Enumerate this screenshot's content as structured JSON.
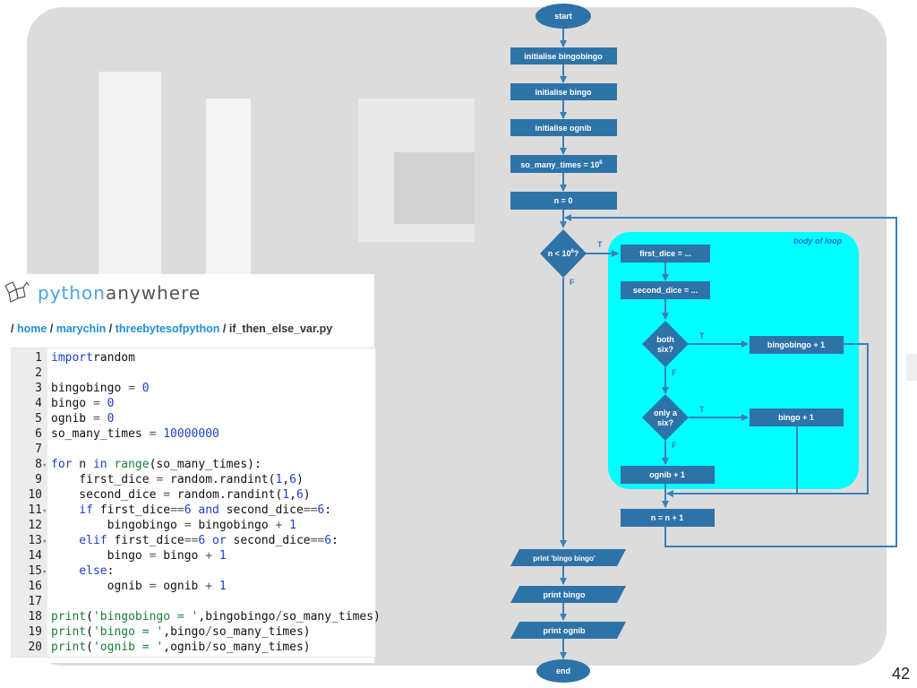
{
  "slide_number": "42",
  "logo": {
    "part1": "python",
    "part2": "anywhere"
  },
  "breadcrumb": [
    {
      "label": "/ ",
      "link": false
    },
    {
      "label": "home",
      "link": true
    },
    {
      "label": " / ",
      "link": false
    },
    {
      "label": "marychin",
      "link": true
    },
    {
      "label": " / ",
      "link": false
    },
    {
      "label": "threebytesofpython",
      "link": true
    },
    {
      "label": " / ",
      "link": false
    },
    {
      "label": "if_then_else_var.py",
      "link": false
    }
  ],
  "code_lines": [
    {
      "n": "1",
      "fold": false,
      "tokens": [
        [
          "kw",
          "import"
        ],
        [
          "",
          "random"
        ]
      ]
    },
    {
      "n": "2",
      "fold": false,
      "tokens": []
    },
    {
      "n": "3",
      "fold": false,
      "tokens": [
        [
          "",
          "bingobingo "
        ],
        [
          "op",
          "="
        ],
        [
          "",
          ""
        ],
        [
          "num",
          " 0"
        ]
      ]
    },
    {
      "n": "4",
      "fold": false,
      "tokens": [
        [
          "",
          "bingo "
        ],
        [
          "op",
          "="
        ],
        [
          "num",
          " 0"
        ]
      ]
    },
    {
      "n": "5",
      "fold": false,
      "tokens": [
        [
          "",
          "ognib "
        ],
        [
          "op",
          "="
        ],
        [
          "num",
          " 0"
        ]
      ]
    },
    {
      "n": "6",
      "fold": false,
      "tokens": [
        [
          "",
          "so_many_times "
        ],
        [
          "op",
          "="
        ],
        [
          "num",
          " 10000000"
        ]
      ]
    },
    {
      "n": "7",
      "fold": false,
      "tokens": []
    },
    {
      "n": "8",
      "fold": true,
      "tokens": [
        [
          "kw",
          "for"
        ],
        [
          "",
          " n "
        ],
        [
          "kw",
          "in"
        ],
        [
          "",
          " "
        ],
        [
          "fn",
          "range"
        ],
        [
          "",
          "(so_many_times):"
        ]
      ]
    },
    {
      "n": "9",
      "fold": false,
      "tokens": [
        [
          "",
          "    first_dice "
        ],
        [
          "op",
          "="
        ],
        [
          "",
          " random.randint("
        ],
        [
          "num",
          "1"
        ],
        [
          "",
          ","
        ],
        [
          "num",
          "6"
        ],
        [
          "",
          ")"
        ]
      ]
    },
    {
      "n": "10",
      "fold": false,
      "tokens": [
        [
          "",
          "    second_dice "
        ],
        [
          "op",
          "="
        ],
        [
          "",
          " random.randint("
        ],
        [
          "num",
          "1"
        ],
        [
          "",
          ","
        ],
        [
          "num",
          "6"
        ],
        [
          "",
          ")"
        ]
      ]
    },
    {
      "n": "11",
      "fold": true,
      "tokens": [
        [
          "kw",
          "    if"
        ],
        [
          "",
          " first_dice"
        ],
        [
          "op",
          "=="
        ],
        [
          "num",
          "6"
        ],
        [
          "",
          " "
        ],
        [
          "kw",
          "and"
        ],
        [
          "",
          " second_dice"
        ],
        [
          "op",
          "=="
        ],
        [
          "num",
          "6"
        ],
        [
          "",
          ":"
        ]
      ]
    },
    {
      "n": "12",
      "fold": false,
      "tokens": [
        [
          "",
          "        bingobingo "
        ],
        [
          "op",
          "="
        ],
        [
          "",
          " bingobingo "
        ],
        [
          "op",
          "+"
        ],
        [
          "num",
          " 1"
        ]
      ]
    },
    {
      "n": "13",
      "fold": true,
      "tokens": [
        [
          "kw",
          "    elif"
        ],
        [
          "",
          " first_dice"
        ],
        [
          "op",
          "=="
        ],
        [
          "num",
          "6"
        ],
        [
          "",
          " "
        ],
        [
          "kw",
          "or"
        ],
        [
          "",
          " second_dice"
        ],
        [
          "op",
          "=="
        ],
        [
          "num",
          "6"
        ],
        [
          "",
          ":"
        ]
      ]
    },
    {
      "n": "14",
      "fold": false,
      "tokens": [
        [
          "",
          "        bingo "
        ],
        [
          "op",
          "="
        ],
        [
          "",
          " bingo "
        ],
        [
          "op",
          "+"
        ],
        [
          "num",
          " 1"
        ]
      ]
    },
    {
      "n": "15",
      "fold": true,
      "tokens": [
        [
          "kw",
          "    else"
        ],
        [
          "",
          ":"
        ]
      ]
    },
    {
      "n": "16",
      "fold": false,
      "tokens": [
        [
          "",
          "        ognib "
        ],
        [
          "op",
          "="
        ],
        [
          "",
          " ognib "
        ],
        [
          "op",
          "+"
        ],
        [
          "num",
          " 1"
        ]
      ]
    },
    {
      "n": "17",
      "fold": false,
      "tokens": []
    },
    {
      "n": "18",
      "fold": false,
      "tokens": [
        [
          "fn",
          "print"
        ],
        [
          "",
          "("
        ],
        [
          "str",
          "'bingobingo = '"
        ],
        [
          "",
          ",bingobingo"
        ],
        [
          "op",
          "/"
        ],
        [
          "",
          "so_many_times)"
        ]
      ]
    },
    {
      "n": "19",
      "fold": false,
      "tokens": [
        [
          "fn",
          "print"
        ],
        [
          "",
          "("
        ],
        [
          "str",
          "'bingo = '"
        ],
        [
          "",
          ",bingo"
        ],
        [
          "op",
          "/"
        ],
        [
          "",
          "so_many_times)"
        ]
      ]
    },
    {
      "n": "20",
      "fold": false,
      "tokens": [
        [
          "fn",
          "print"
        ],
        [
          "",
          "("
        ],
        [
          "str",
          "'ognib = '"
        ],
        [
          "",
          ",ognib"
        ],
        [
          "op",
          "/"
        ],
        [
          "",
          "so_many_times)"
        ]
      ]
    }
  ],
  "flowchart": {
    "colors": {
      "node": "#2e73a8",
      "line": "#3a7fb8",
      "loop_bg": "#00ffff",
      "text": "#ffffff"
    },
    "start": "start",
    "init1": "initialise bingobingo",
    "init2": "initialise bingo",
    "init3": "initialise ognib",
    "init4": "so_many_times = 10",
    "init4_sup": "6",
    "init5": "n = 0",
    "cond_main": "n < 10",
    "cond_main_sup": "6",
    "cond_main_q": "?",
    "loop_label": "body of loop",
    "first_dice": "first_dice = ...",
    "second_dice": "second_dice = ...",
    "both_six_1": "both",
    "both_six_2": "six?",
    "only_six_1": "only a",
    "only_six_2": "six?",
    "bingobingo_inc": "bingobingo + 1",
    "bingo_inc": "bingo + 1",
    "ognib_inc": "ognib + 1",
    "n_inc": "n = n + 1",
    "print1": "print 'bingo bingo'",
    "print2": "print bingo",
    "print3": "print ognib",
    "end": "end",
    "true_label": "T",
    "false_label": "F"
  }
}
